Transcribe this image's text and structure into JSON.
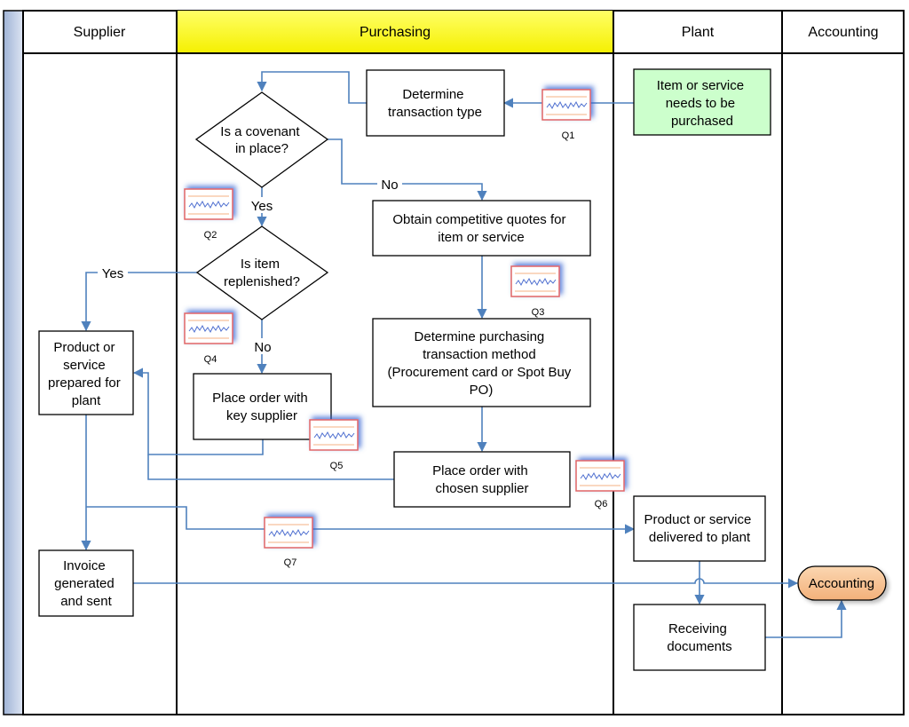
{
  "lanes": {
    "supplier": "Supplier",
    "purchasing": "Purchasing",
    "plant": "Plant",
    "accounting": "Accounting"
  },
  "nodes": {
    "determine_type": [
      "Determine",
      "transaction type"
    ],
    "item_needed": [
      "Item or service",
      "needs to be",
      "purchased"
    ],
    "covenant": [
      "Is a covenant",
      "in place?"
    ],
    "replenished": [
      "Is item",
      "replenished?"
    ],
    "quotes": [
      "Obtain competitive quotes for",
      "item or service"
    ],
    "method": [
      "Determine purchasing",
      "transaction method",
      "(Procurement card or Spot Buy",
      "PO)"
    ],
    "key_supplier": [
      "Place order with",
      "key supplier"
    ],
    "chosen_supplier": [
      "Place order with",
      "chosen supplier"
    ],
    "prepared": [
      "Product or",
      "service",
      "prepared for",
      "plant"
    ],
    "invoice": [
      "Invoice",
      "generated",
      "and sent"
    ],
    "delivered": [
      "Product or service",
      "delivered to plant"
    ],
    "receiving": [
      "Receiving",
      "documents"
    ],
    "accounting_end": "Accounting"
  },
  "edge_labels": {
    "no_quotes": "No",
    "yes_replenished": "Yes",
    "yes_supplier": "Yes",
    "no_key": "No"
  },
  "metrics": {
    "q1": "Q1",
    "q2": "Q2",
    "q3": "Q3",
    "q4": "Q4",
    "q5": "Q5",
    "q6": "Q6",
    "q7": "Q7"
  },
  "colors": {
    "purchasing_header": "#ffff00",
    "start_box": "#ccffcc",
    "end_terminal": "#f9c99a",
    "connector": "#4f81bd",
    "left_bar": "#b8c7e0"
  },
  "icons": {
    "metric": "run-chart-icon"
  }
}
